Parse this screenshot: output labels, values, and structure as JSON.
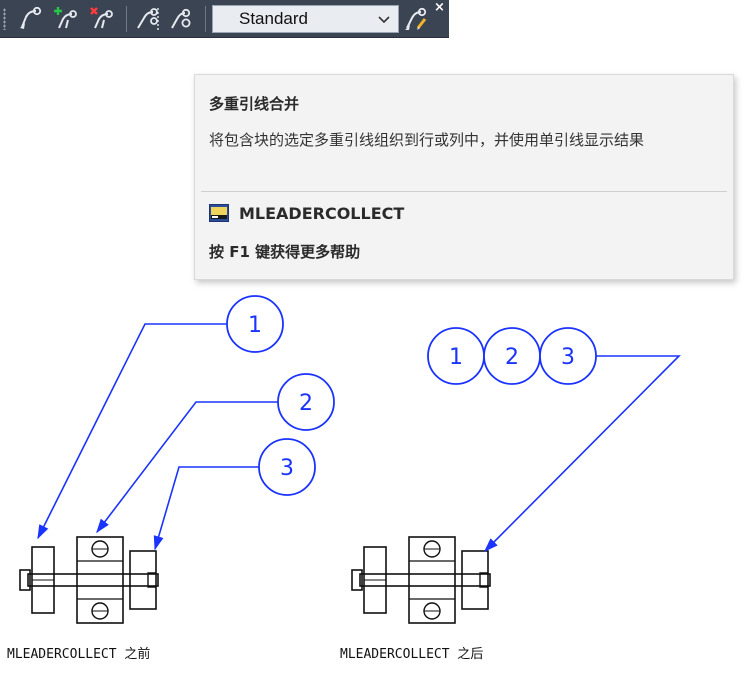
{
  "toolbar": {
    "buttons": [
      {
        "name": "multileader-icon"
      },
      {
        "name": "add-leader-icon"
      },
      {
        "name": "remove-leader-icon"
      },
      {
        "name": "align-multileaders-icon"
      },
      {
        "name": "collect-multileaders-icon"
      }
    ],
    "style_value": "Standard",
    "style_manager_icon": "multileader-style-icon",
    "close_label": "×"
  },
  "tooltip": {
    "title": "多重引线合并",
    "description": "将包含块的选定多重引线组织到行或列中，并使用单引线显示结果",
    "command": "MLEADERCOLLECT",
    "help": "按 F1 键获得更多帮助"
  },
  "drawing": {
    "before_bubbles": [
      "1",
      "2",
      "3"
    ],
    "after_bubbles": [
      "1",
      "2",
      "3"
    ],
    "before_label": "MLEADERCOLLECT 之前",
    "after_label": "MLEADERCOLLECT 之后",
    "leader_color": "#1a33ff"
  }
}
